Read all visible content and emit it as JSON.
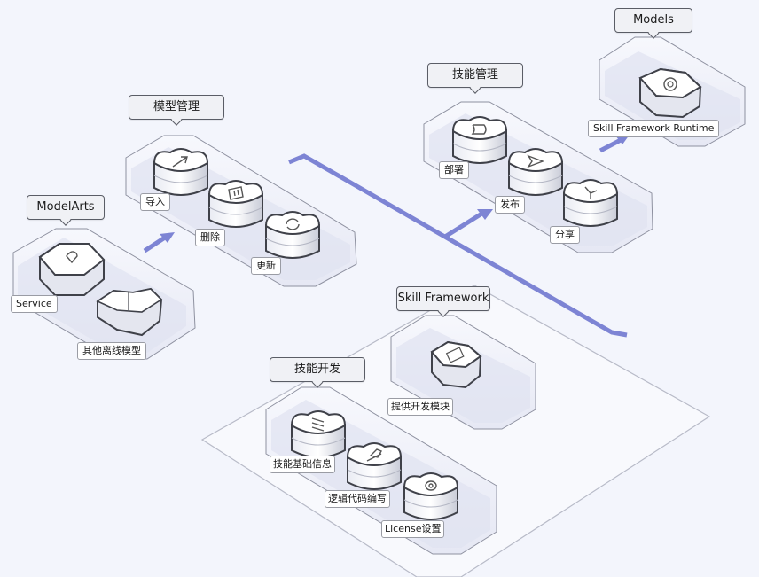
{
  "colors": {
    "background": "#f3f5fc",
    "connector": "#7d84d4",
    "platform_fill": "#eceef8",
    "platform_shadow": "#dcdff0",
    "outline": "#4a4c55"
  },
  "groups": {
    "modelarts": {
      "title": "ModelArts",
      "items": [
        {
          "label": "Service",
          "icon": "heart-icon"
        },
        {
          "label": "其他离线模型",
          "icon": "honeycomb-icon"
        }
      ]
    },
    "model_management": {
      "title": "模型管理",
      "items": [
        {
          "label": "导入",
          "icon": "arrow-up-right-icon"
        },
        {
          "label": "删除",
          "icon": "trash-icon"
        },
        {
          "label": "更新",
          "icon": "refresh-icon"
        }
      ]
    },
    "skill_management": {
      "title": "技能管理",
      "items": [
        {
          "label": "部署",
          "icon": "rocket-icon"
        },
        {
          "label": "发布",
          "icon": "send-icon"
        },
        {
          "label": "分享",
          "icon": "share-icon"
        }
      ]
    },
    "models": {
      "title": "Models",
      "items": [
        {
          "label": "Skill Framework Runtime",
          "icon": "gear-sun-icon"
        }
      ]
    },
    "skill_framework": {
      "title": "Skill Framework",
      "items": [
        {
          "label": "提供开发模块",
          "icon": "code-window-icon"
        }
      ]
    },
    "skill_development": {
      "title": "技能开发",
      "items": [
        {
          "label": "技能基础信息",
          "icon": "list-icon"
        },
        {
          "label": "逻辑代码编写",
          "icon": "pen-icon"
        },
        {
          "label": "License设置",
          "icon": "gear-icon"
        }
      ]
    }
  }
}
